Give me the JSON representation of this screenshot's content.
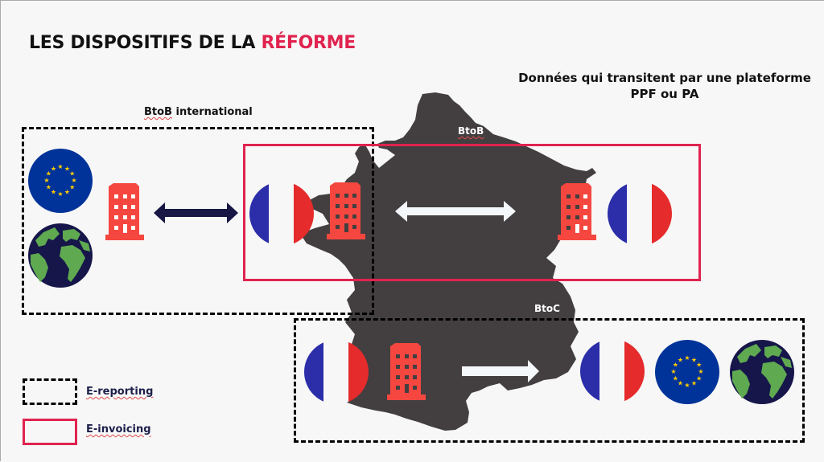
{
  "title": {
    "main": "LES DISPOSITIFS DE LA ",
    "accent": "RÉFORME"
  },
  "subtitle": {
    "line1": "Données qui transitent par une plateforme",
    "line2": "PPF ou PA"
  },
  "zones": {
    "btob_international": {
      "label_prefix": "BtoB",
      "label_suffix": " international"
    },
    "btob": {
      "label": "BtoB"
    },
    "btoc": {
      "label": "BtoC"
    }
  },
  "legend": {
    "items": [
      {
        "label": "E-reporting",
        "style": "dashed"
      },
      {
        "label": "E-invoicing",
        "style": "solid"
      }
    ]
  },
  "colors": {
    "accent": "#e0234f",
    "map": "#433f40",
    "building": "#f5473f",
    "arrow_dark": "#171645",
    "arrow_light": "#f4f8fb",
    "fr_blue": "#2b2ea8",
    "fr_red": "#e52b2b",
    "eu_blue": "#003399",
    "eu_star": "#ffcc00",
    "globe_ocean": "#16164a",
    "globe_land": "#5fa951"
  },
  "icons": {
    "eu_flag": "eu-flag-icon",
    "globe": "globe-icon",
    "building": "building-icon",
    "france_flag": "france-flag-icon",
    "double_arrow": "double-arrow-icon",
    "right_arrow": "right-arrow-icon"
  }
}
